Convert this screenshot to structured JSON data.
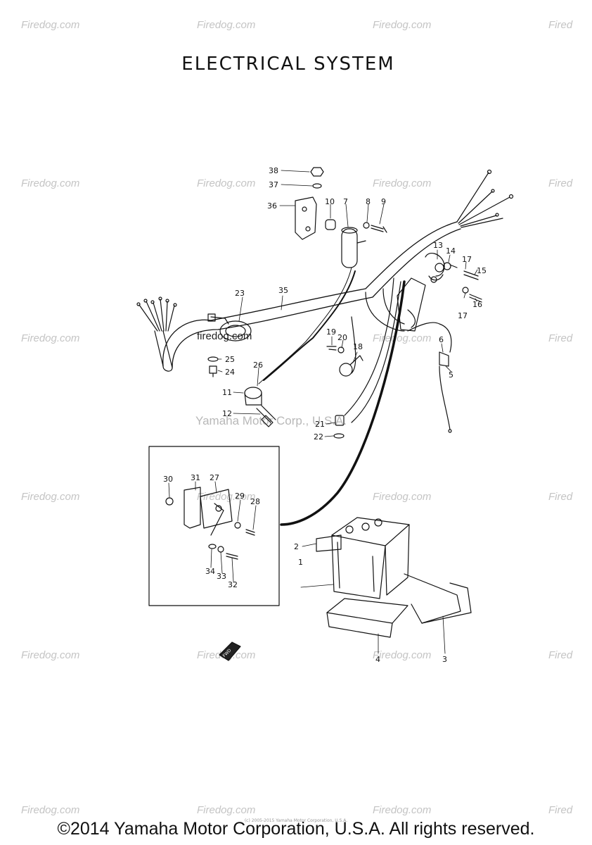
{
  "title": "ELECTRICAL SYSTEM",
  "footer": "©2014 Yamaha Motor Corporation, U.S.A. All rights reserved.",
  "micro_copyright": "(c) 2005-2015 Yamaha Motor Corporation, U.S.A.",
  "watermark": {
    "site": "Firedog.com",
    "site_cut": "Fired",
    "overlay_site": "firedog.com",
    "corp": "Yamaha Motor Corp., U.S.A."
  },
  "fwd_label": "FWD",
  "part_labels": [
    "1",
    "2",
    "3",
    "4",
    "5",
    "6",
    "7",
    "8",
    "9",
    "10",
    "11",
    "12",
    "13",
    "14",
    "15",
    "16",
    "17",
    "17",
    "18",
    "19",
    "20",
    "21",
    "22",
    "23",
    "24",
    "25",
    "26",
    "27",
    "28",
    "29",
    "30",
    "31",
    "32",
    "33",
    "34",
    "35",
    "36",
    "37",
    "38"
  ]
}
